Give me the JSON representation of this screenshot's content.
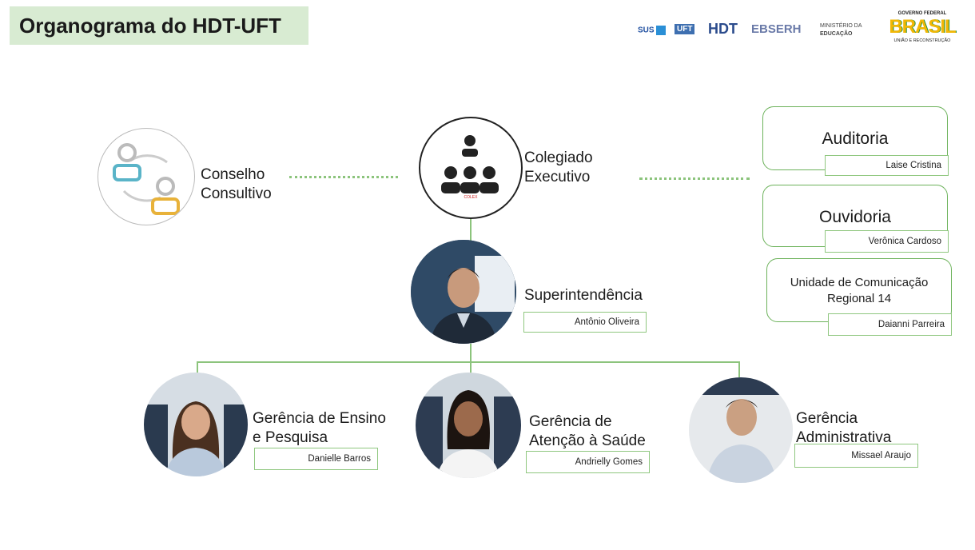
{
  "header": {
    "title": "Organograma do HDT-UFT"
  },
  "logos": {
    "sus": "SUS",
    "uft": "UFT",
    "hdt": "HDT",
    "ebserh": "EBSERH",
    "ministerio_line1": "MINISTÉRIO DA",
    "ministerio_line2": "EDUCAÇÃO",
    "governo": "GOVERNO FEDERAL",
    "brasil": "BRASIL",
    "uniao": "UNIÃO E RECONSTRUÇÃO"
  },
  "nodes": {
    "conselho": {
      "line1": "Conselho",
      "line2": "Consultivo",
      "icon": "people-exchange-icon"
    },
    "colegiado": {
      "line1": "Colegiado",
      "line2": "Executivo",
      "badge": "COLEX",
      "icon": "group-meeting-icon"
    },
    "superintendencia": {
      "title": "Superintendência",
      "name": "Antônio Oliveira"
    },
    "ensino": {
      "line1": "Gerência de Ensino",
      "line2": "e Pesquisa",
      "name": "Danielle Barros"
    },
    "atencao": {
      "line1": "Gerência de",
      "line2": "Atenção à Saúde",
      "name": "Andrielly Gomes"
    },
    "administrativa": {
      "line1": "Gerência",
      "line2": "Administrativa",
      "name": "Missael Araujo"
    },
    "auditoria": {
      "title": "Auditoria",
      "name": "Laise Cristina"
    },
    "ouvidoria": {
      "title": "Ouvidoria",
      "name": "Verônica Cardoso"
    },
    "comunicacao": {
      "line1": "Unidade de Comunicação",
      "line2": "Regional 14",
      "name": "Daianni Parreira"
    }
  },
  "colors": {
    "accent_green": "#6cb25a",
    "title_bg": "#d8ebd2"
  }
}
